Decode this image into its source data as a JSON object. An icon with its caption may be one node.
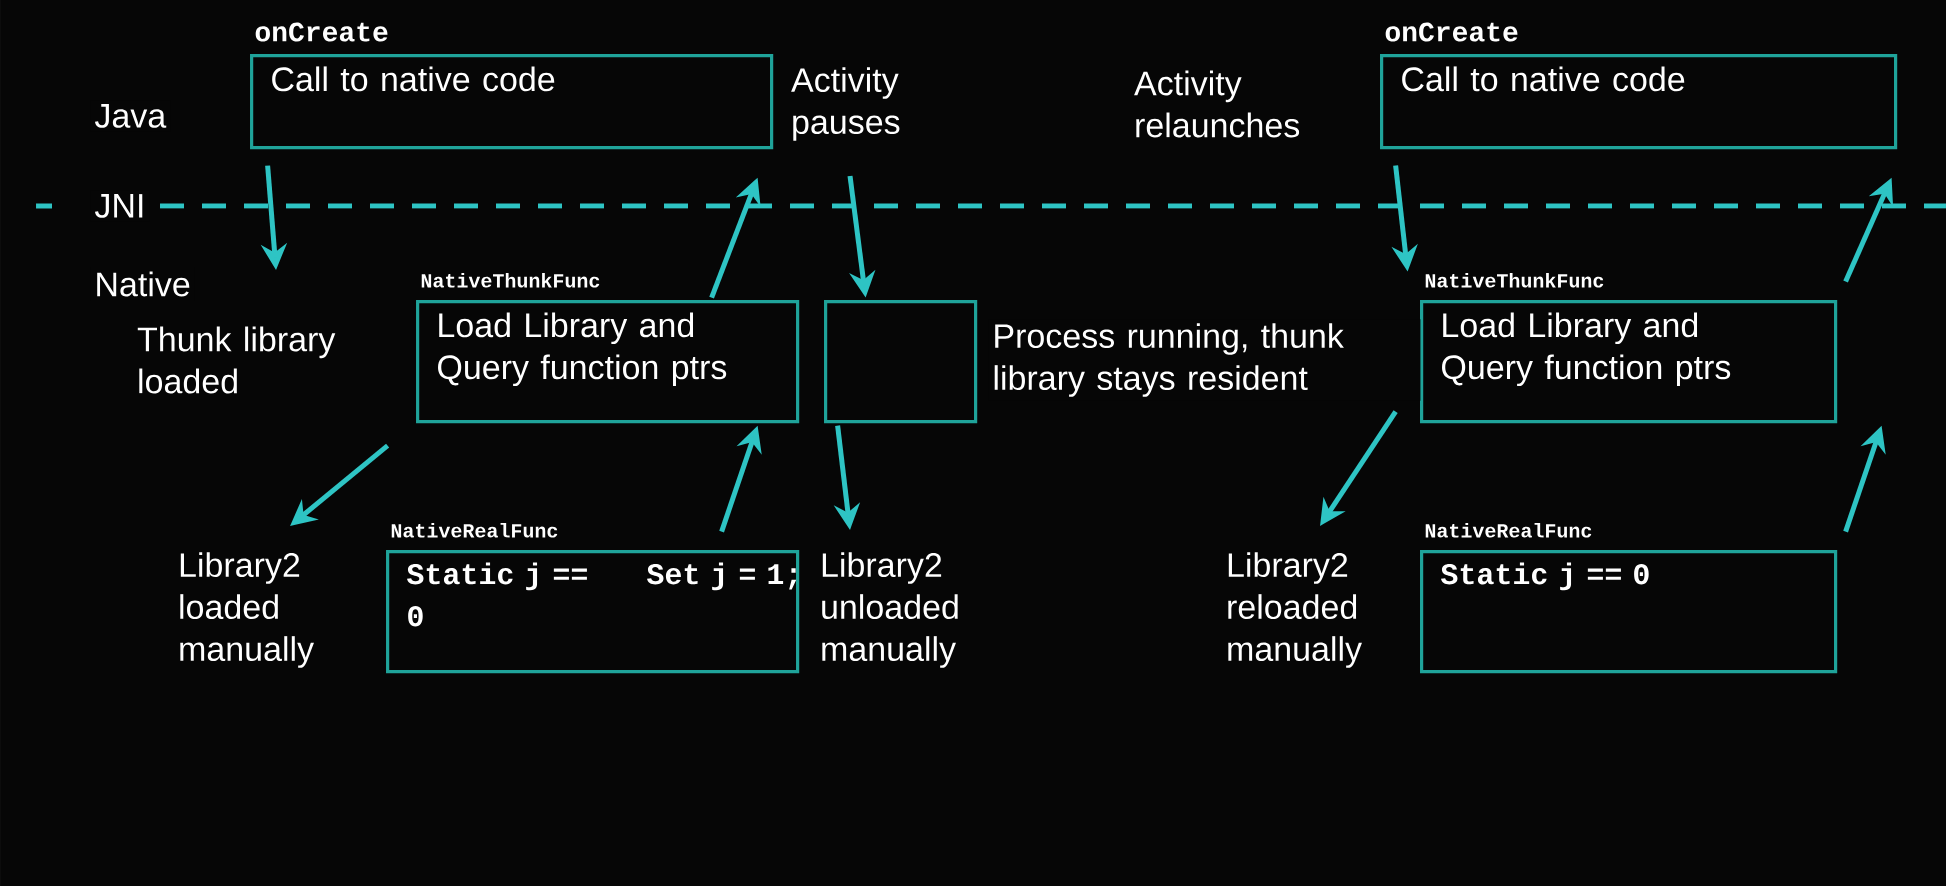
{
  "diagram": {
    "nodes": [
      {
        "text": [
          "onCreate",
          "Call to native code"
        ]
      },
      {
        "text": [
          "NativeThunkFunc",
          "Load Library and Query function ptrs"
        ]
      },
      {
        "text": [
          "NativeRealFunc",
          "Static j == 0",
          "Set j = 1;"
        ]
      },
      {
        "text": [],
        "shape": "box"
      },
      {
        "text": [
          "onCreate",
          "Call to native code"
        ]
      },
      {
        "text": [
          "NativeThunkFunc",
          "Load Library and Query function ptrs"
        ]
      },
      {
        "text": [
          "NativeRealFunc",
          "Static j == 0"
        ]
      },
      {
        "text": [
          "Thunk library loaded"
        ]
      },
      {
        "text": [
          "Library2 loaded manually"
        ]
      },
      {
        "text": [
          "Library2 unloaded manually"
        ]
      },
      {
        "text": [
          "Activity pauses"
        ]
      },
      {
        "text": [
          "Activity relaunches"
        ]
      },
      {
        "text": [
          "Library2 reloaded manually"
        ]
      }
    ],
    "edges": [
      {
        "from": 0,
        "to": 7,
        "arrow": "to"
      },
      {
        "from": 1,
        "to": 0,
        "arrow": "to"
      },
      {
        "from": 1,
        "to": 8,
        "arrow": "to"
      },
      {
        "from": 2,
        "to": 1,
        "arrow": "to"
      },
      {
        "from": 10,
        "to": 3,
        "arrow": "to"
      },
      {
        "from": 3,
        "to": 9,
        "arrow": "to"
      },
      {
        "from": 4,
        "to": 5,
        "arrow": "to"
      },
      {
        "from": 5,
        "to": 4,
        "arrow": "to"
      },
      {
        "from": 5,
        "to": 12,
        "arrow": "to"
      },
      {
        "from": 6,
        "to": 5,
        "arrow": "to"
      }
    ],
    "labels": [
      "Java",
      "JNI",
      "Native",
      "Process running, thunk library stays resident"
    ]
  }
}
